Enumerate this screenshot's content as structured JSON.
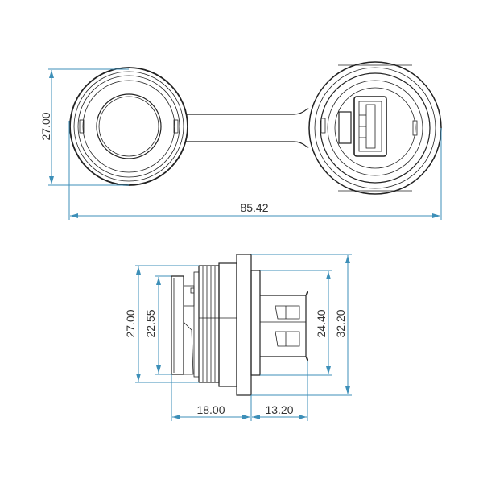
{
  "title": "USB waterproof panel connector dimension drawing",
  "colors": {
    "dimension": "#3d8fb8",
    "outline": "#222222"
  },
  "top_view": {
    "height_dim": "27.00",
    "length_dim": "85.42"
  },
  "side_view": {
    "cap_height_dim": "27.00",
    "front_height_dim": "22.55",
    "rear_height_dim": "24.40",
    "flange_height_dim": "32.20",
    "front_depth_dim": "18.00",
    "rear_depth_dim": "13.20"
  }
}
